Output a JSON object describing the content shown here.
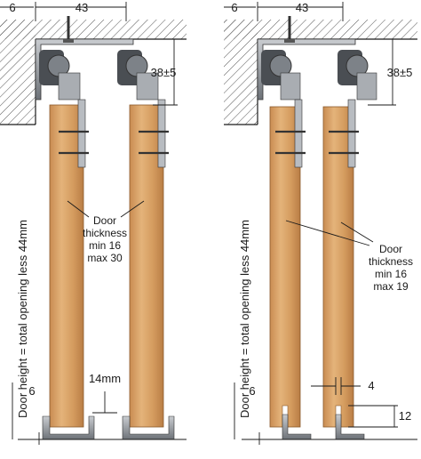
{
  "left": {
    "dim_top_small": "6",
    "dim_top_center": "43",
    "dim_right": "38±5",
    "height_label": "Door height = total opening less 44mm",
    "thickness_label": [
      "Door",
      "thickness",
      "min 16",
      "max 30"
    ],
    "dim_bottom_gap": "14mm",
    "dim_bottom_left": "6"
  },
  "right": {
    "dim_top_small": "6",
    "dim_top_center": "43",
    "dim_right": "38±5",
    "height_label": "Door height = total opening less 44mm",
    "thickness_label": [
      "Door",
      "thickness",
      "min 16",
      "max 19"
    ],
    "dim_slot_width": "4",
    "dim_bottom_left": "6",
    "dim_slot_depth": "12"
  },
  "colors": {
    "wood": "#d9a46a",
    "wood_dark": "#b97d45",
    "metal": "#8a8f95",
    "line": "#1a1a1a"
  }
}
